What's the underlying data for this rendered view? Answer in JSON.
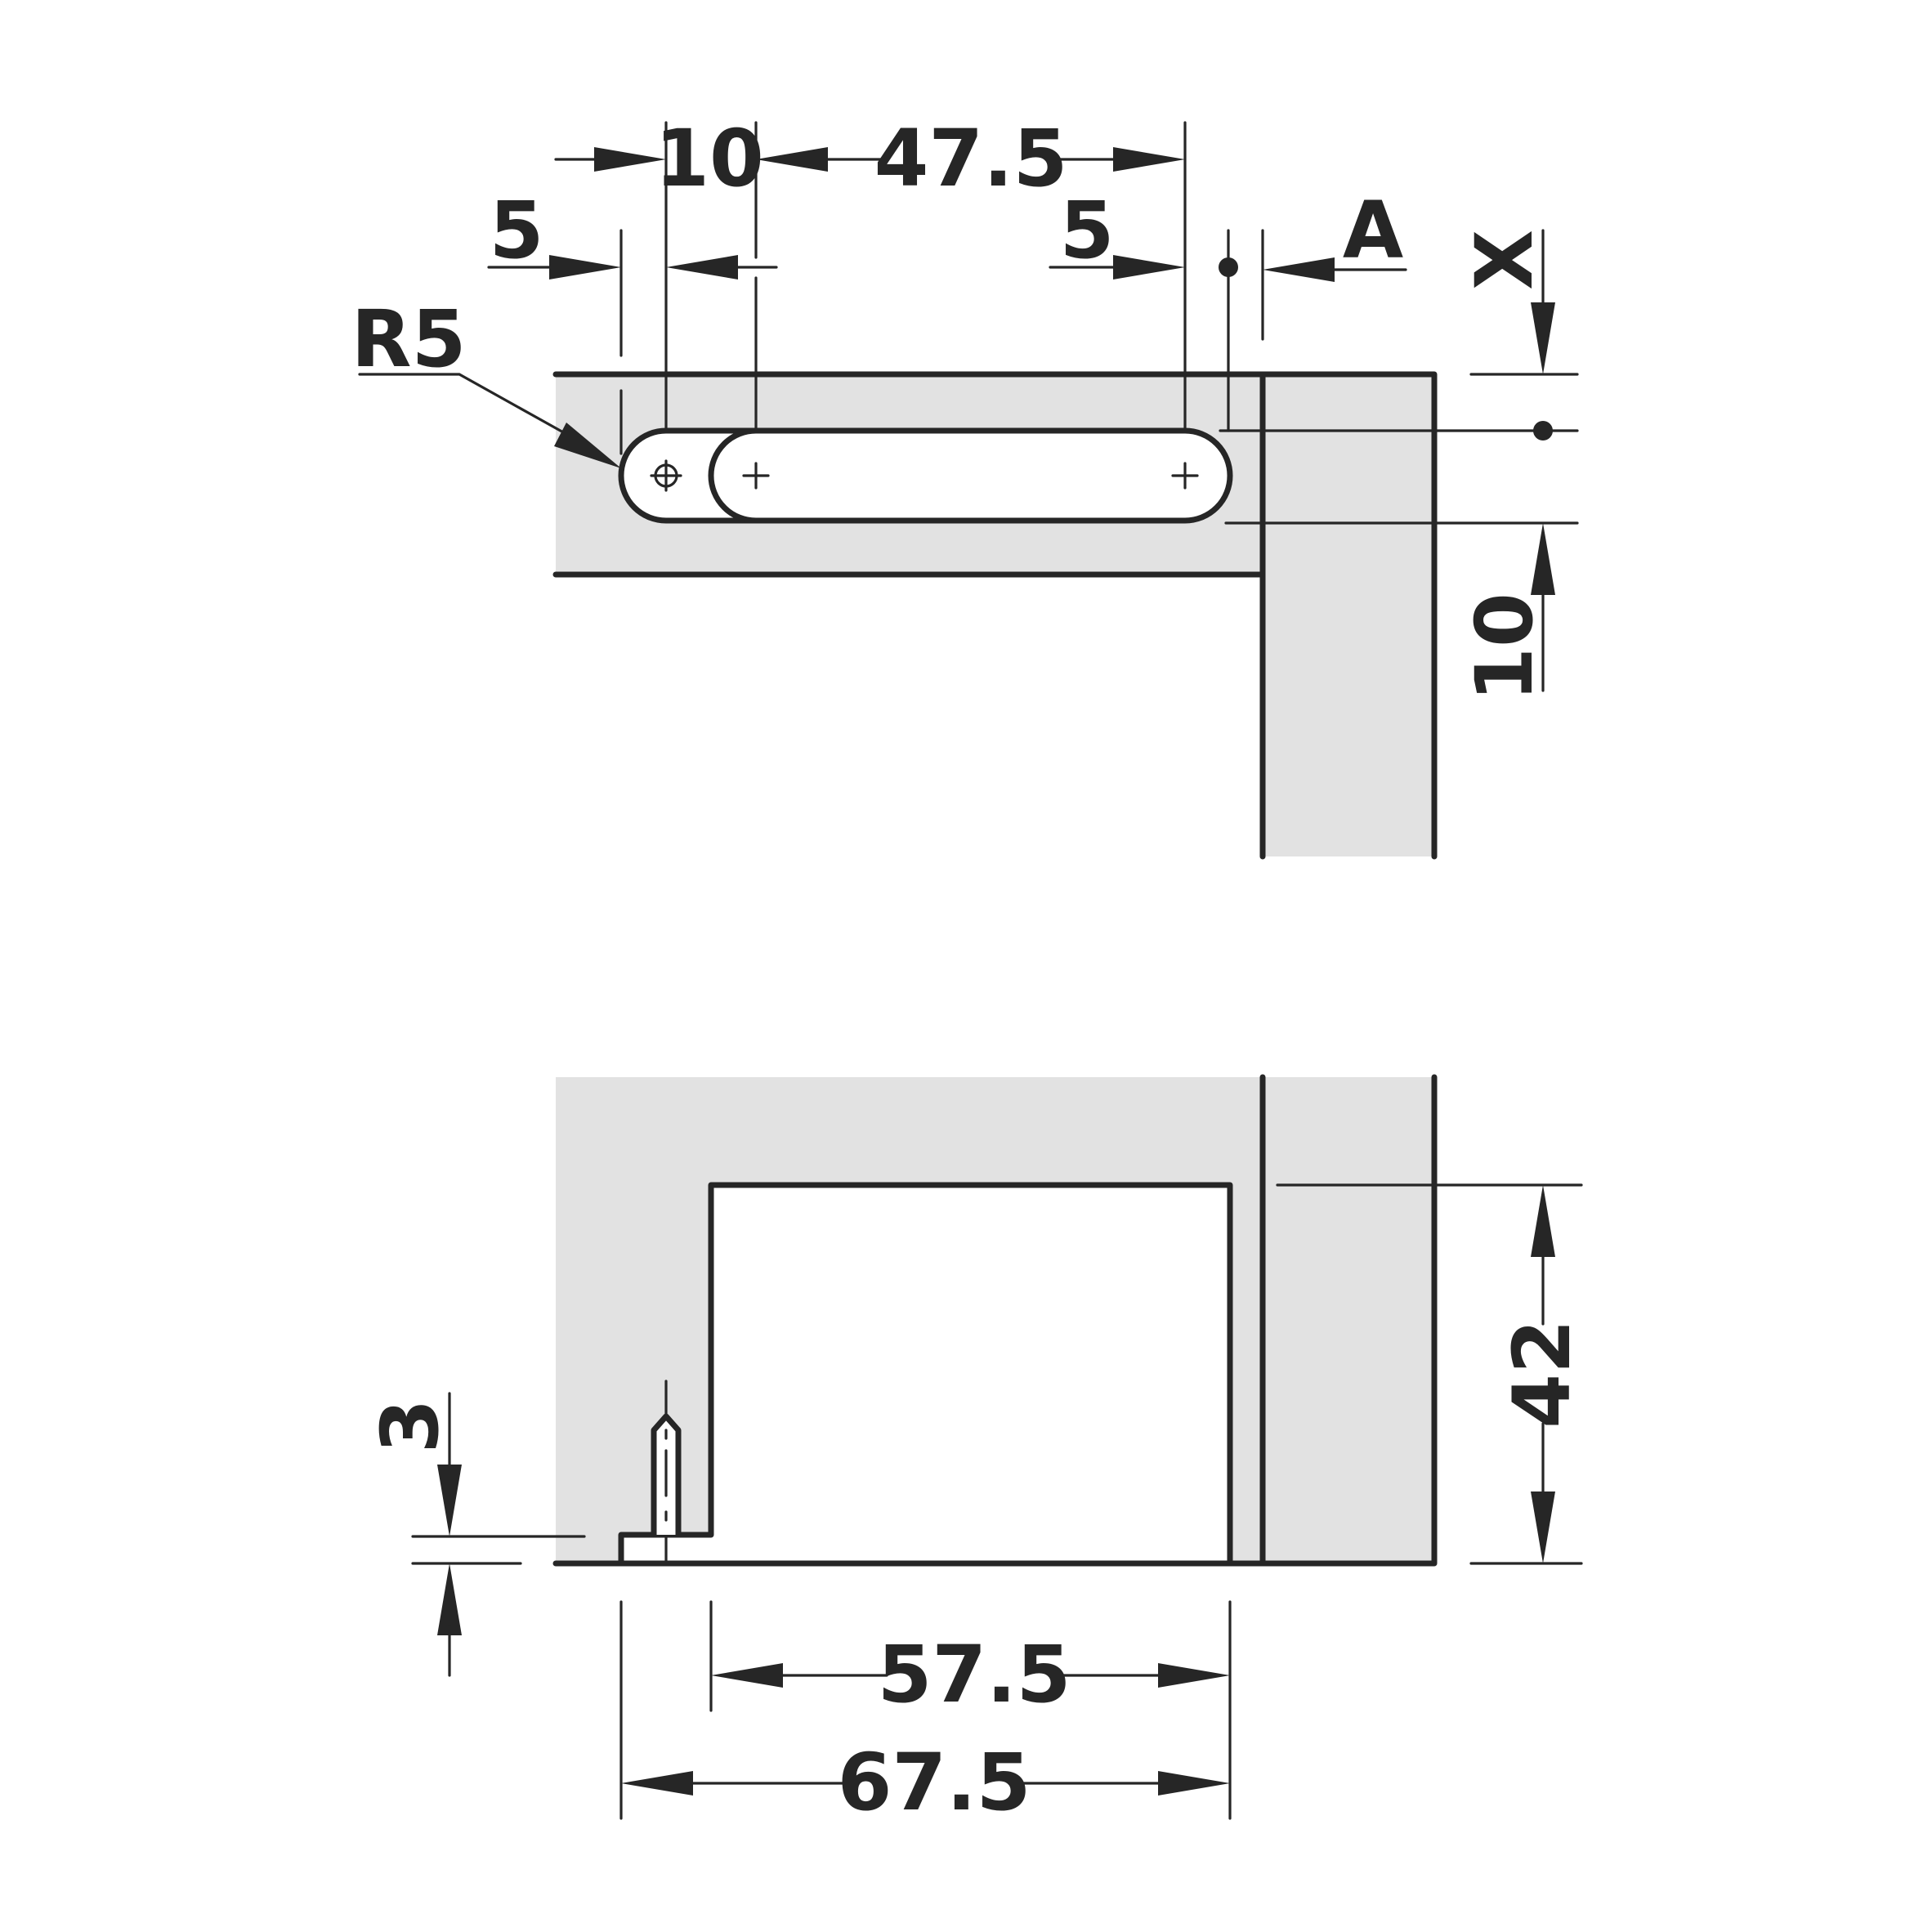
{
  "top_view": {
    "dim_10": "10",
    "dim_47_5": "47.5",
    "dim_5_left": "5",
    "dim_5_right": "5",
    "dim_A": "A",
    "dim_X": "X",
    "dim_R5": "R5",
    "dim_10_vertical": "10"
  },
  "side_view": {
    "dim_42": "42",
    "dim_3": "3",
    "dim_57_5": "57.5",
    "dim_67_5": "67.5"
  },
  "colors": {
    "line": "#262626",
    "fill": "#e2e2e2",
    "background": "#ffffff"
  }
}
